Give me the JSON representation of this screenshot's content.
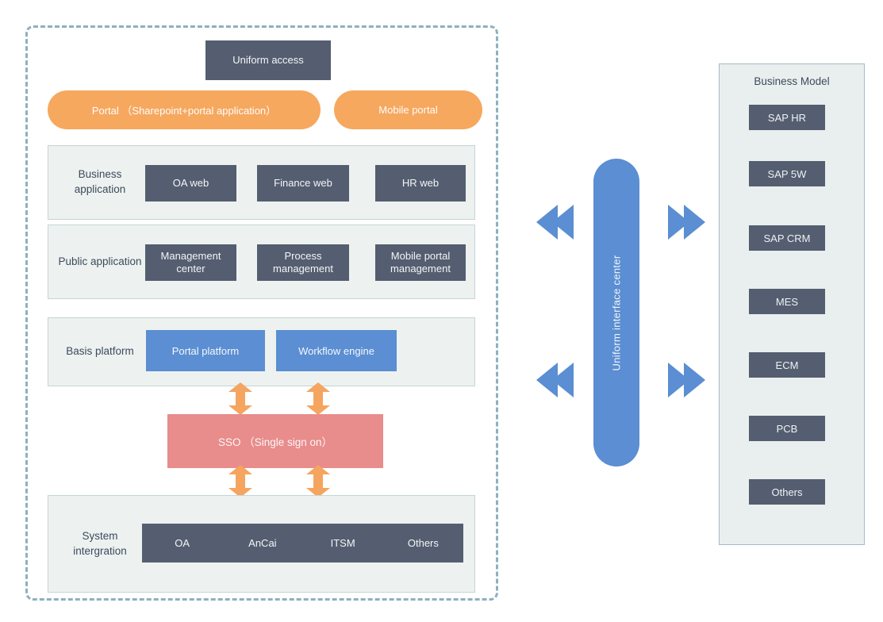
{
  "diagram": {
    "uniform_access": "Uniform access",
    "portal_pill": "Portal （Sharepoint+portal application）",
    "mobile_portal_pill": "Mobile portal",
    "sections": [
      {
        "label": "Business application",
        "items": [
          "OA web",
          "Finance web",
          "HR web"
        ]
      },
      {
        "label": "Public application",
        "items": [
          "Management center",
          "Process management",
          "Mobile portal management"
        ]
      },
      {
        "label": "Basis platform",
        "items": [
          "Portal platform",
          "Workflow engine"
        ]
      }
    ],
    "sso_label": "SSO （Single sign on）",
    "system_integration": {
      "label": "System intergration",
      "items": [
        "OA",
        "AnCai",
        "ITSM",
        "Others"
      ]
    },
    "interface_center_label": "Uniform interface center",
    "business_model": {
      "title": "Business Model",
      "items": [
        "SAP HR",
        "SAP 5W",
        "SAP CRM",
        "MES",
        "ECM",
        "PCB",
        "Others"
      ]
    }
  },
  "icons": {
    "left_transfer": "double-chevron-left-icon",
    "right_transfer": "double-chevron-right-icon",
    "sso_link": "double-headed-vertical-arrow-icon"
  },
  "colors": {
    "dark_slate": "#555e70",
    "orange": "#f6a85f",
    "blue": "#5b8ed2",
    "red": "#e88c8c",
    "section_bg": "#edf2f1",
    "section_border": "#c3d5d5",
    "panel_bg": "#e9efef",
    "panel_border": "#a7bac3",
    "dashed_border": "#8db1bf",
    "label_text": "#3d4a5a"
  }
}
